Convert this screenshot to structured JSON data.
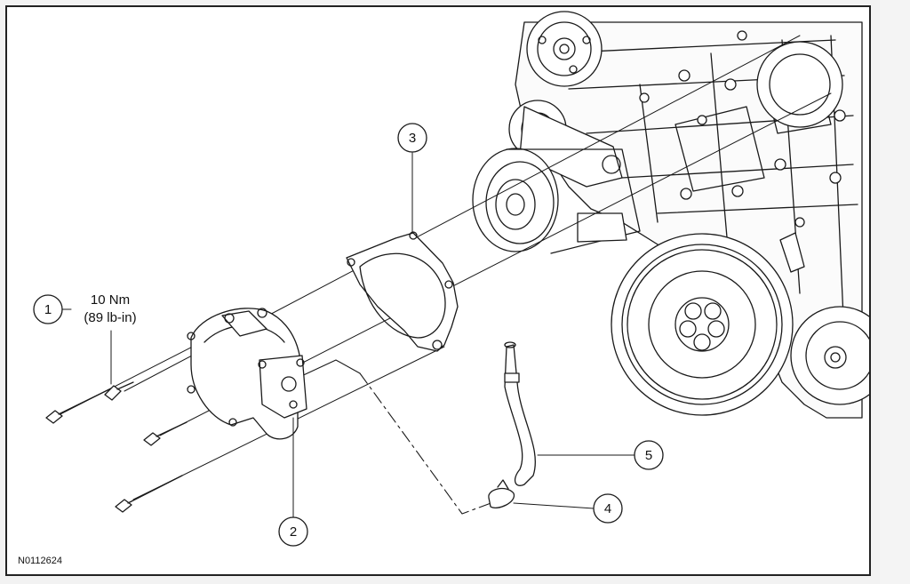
{
  "figure_id": "N0112624",
  "callouts": [
    {
      "number": "1"
    },
    {
      "number": "2"
    },
    {
      "number": "3"
    },
    {
      "number": "4"
    },
    {
      "number": "5"
    }
  ],
  "torque": {
    "line1": "10 Nm",
    "line2": "(89 lb-in)"
  },
  "colors": {
    "line": "#1a1a1a",
    "fill": "#ffffff",
    "background": "#f2f2f2"
  }
}
